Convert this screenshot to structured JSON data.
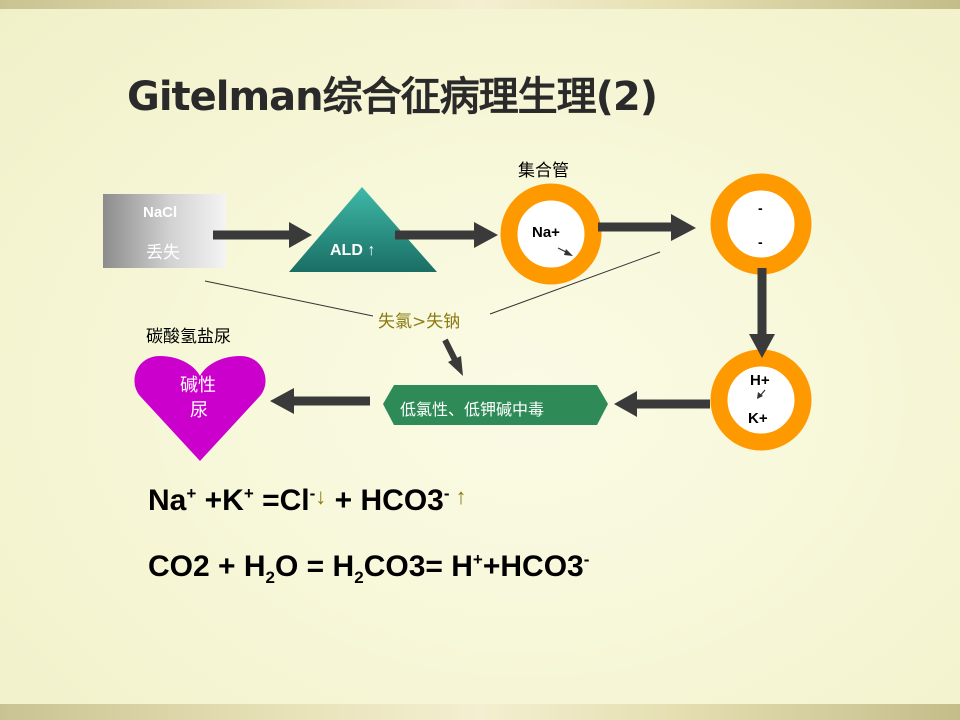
{
  "title": "Gitelman综合征病理生理(2)",
  "nacl_box": {
    "line1": "NaCl",
    "line2": "丢失"
  },
  "ald": {
    "label": "ALD",
    "arrow": "↑"
  },
  "collecting_duct": "集合管",
  "tubule1_label": "Na+",
  "tubule2_label": {
    "top": "-",
    "bottom": "-"
  },
  "tubule3_label": {
    "top": "H+",
    "bottom": "K+"
  },
  "loss_note": "失氯>失钠",
  "alkalosis": "低氯性、低钾碱中毒",
  "urine_label": "碳酸氢盐尿",
  "heart_text": {
    "line1": "碱性",
    "line2": "尿"
  },
  "equation1": {
    "na": "Na",
    "na_sup": "+",
    "plus1": " +K",
    "k_sup": "+",
    "mid": " =Cl",
    "cl_sup": "-",
    "down": "↓",
    "hco": " + HCO3",
    "hco_sup": "-",
    "up": "↑"
  },
  "equation2": {
    "p1": "CO2 + H",
    "s1": "2",
    "p2": "O = H",
    "s2": "2",
    "p3": "CO3= H",
    "s3": "+",
    "p4": "+HCO3",
    "s4": "-"
  },
  "colors": {
    "orange": "#ff9900",
    "teal": "#1f7a6a",
    "green": "#2e8b57",
    "magenta": "#cc00cc",
    "arrow": "#3a3a3a",
    "olive": "#8a7a10"
  }
}
